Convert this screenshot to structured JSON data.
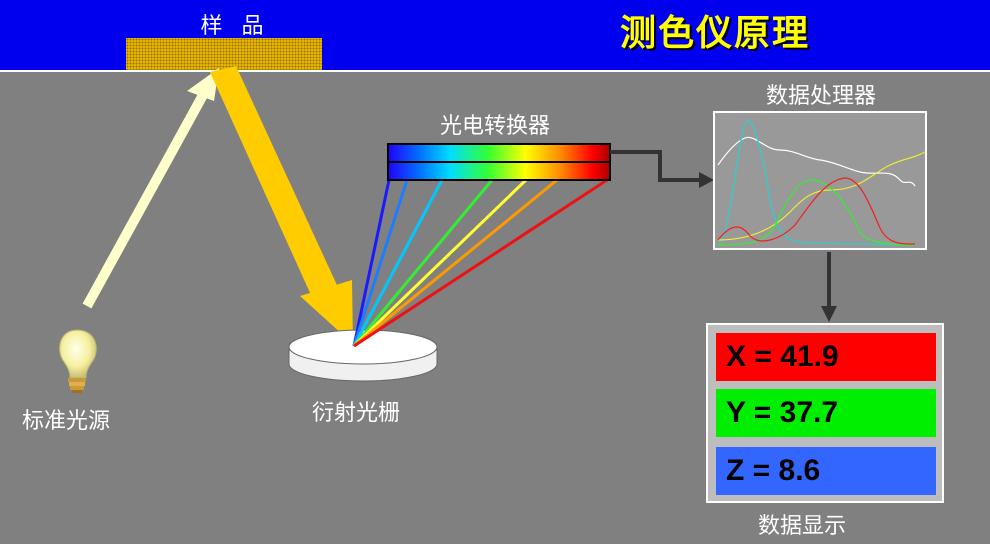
{
  "header": {
    "title": "测色仪原理",
    "sample_label": "样 品"
  },
  "labels": {
    "light_source": "标准光源",
    "grating": "衍射光栅",
    "converter": "光电转换器",
    "processor": "数据处理器",
    "display": "数据显示"
  },
  "colors": {
    "header_bg": "#0000ee",
    "background": "#808080",
    "title": "#ffff00",
    "incident_beam": "#ffffcc",
    "reflected_beam": "#ffcc00",
    "x_row": "#ff0000",
    "y_row": "#00ee00",
    "z_row": "#3366ff"
  },
  "readout": {
    "x": "X = 41.9",
    "y": "Y = 37.7",
    "z": "Z = 8.6"
  },
  "icons": {
    "light_source": "light-bulb-icon",
    "grating": "diffraction-grating-disk",
    "converter": "spectrum-bar",
    "processor": "spectral-curve-plot"
  }
}
